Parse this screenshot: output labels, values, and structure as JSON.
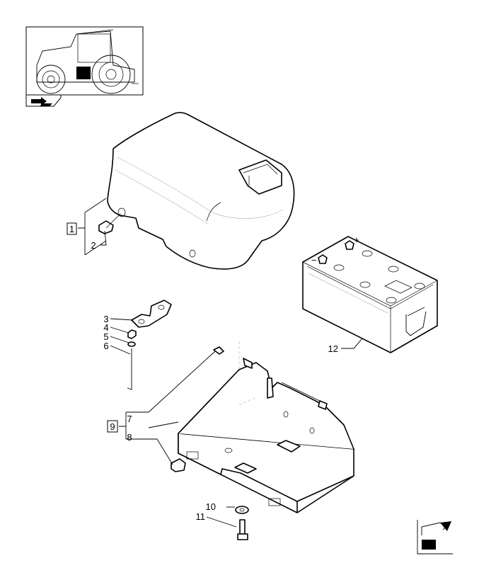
{
  "callouts": {
    "c1": "1",
    "c2": "2",
    "c3": "3",
    "c4": "4",
    "c5": "5",
    "c6": "6",
    "c7": "7",
    "c8": "8",
    "c9": "9",
    "c10": "10",
    "c11": "11",
    "c12": "12"
  },
  "icons": {
    "thumbnail": "tractor-thumbnail-icon",
    "prev": "prev-page-arrow-icon",
    "next": "next-page-arrow-icon"
  },
  "colors": {
    "ink": "#000000",
    "paper": "#ffffff"
  }
}
